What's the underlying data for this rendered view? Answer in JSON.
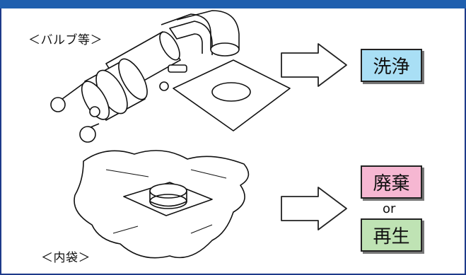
{
  "labels": {
    "valve": "＜バルブ等＞",
    "inner_bag": "＜内袋＞"
  },
  "actions": {
    "wash": "洗浄",
    "discard": "廃棄",
    "or": "or",
    "regenerate": "再生"
  },
  "colors": {
    "header_bar": "#1f5fae",
    "wash_box": "#a9dff5",
    "discard_box": "#f6b7d2",
    "regenerate_box": "#bfe3b4"
  },
  "icons": {
    "arrow_1": "arrow-right-outline-icon",
    "arrow_2": "arrow-right-outline-icon",
    "valve": "valve-pipe-illustration",
    "bag": "inner-bag-illustration"
  }
}
